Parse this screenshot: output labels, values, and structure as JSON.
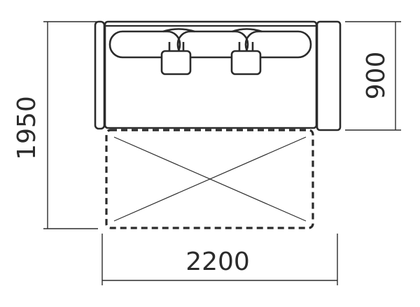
{
  "dimensions": {
    "total_depth": "1950",
    "seat_depth": "900",
    "width": "2200"
  },
  "colors": {
    "stroke": "#2b2b2b",
    "background": "#ffffff"
  },
  "icons": {
    "cushion": "seat-cushion-icon",
    "extension_cross": "cross-icon"
  }
}
